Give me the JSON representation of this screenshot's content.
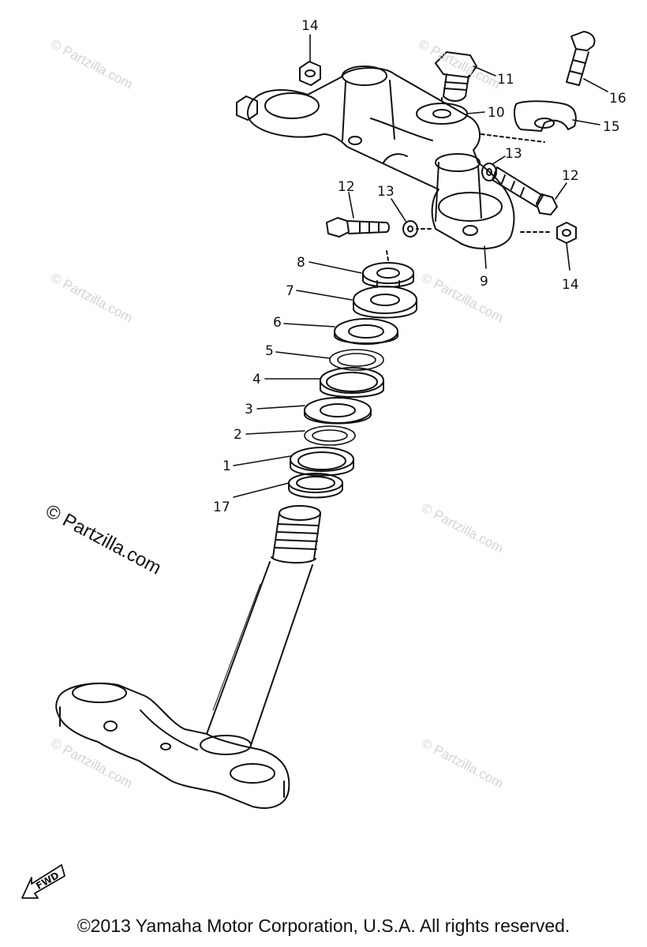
{
  "callouts": [
    {
      "id": "14a",
      "text": "14"
    },
    {
      "id": "11",
      "text": "11"
    },
    {
      "id": "16",
      "text": "16"
    },
    {
      "id": "10",
      "text": "10"
    },
    {
      "id": "15",
      "text": "15"
    },
    {
      "id": "13a",
      "text": "13"
    },
    {
      "id": "12a",
      "text": "12"
    },
    {
      "id": "12b",
      "text": "12"
    },
    {
      "id": "13b",
      "text": "13"
    },
    {
      "id": "14b",
      "text": "14"
    },
    {
      "id": "9",
      "text": "9"
    },
    {
      "id": "8",
      "text": "8"
    },
    {
      "id": "7",
      "text": "7"
    },
    {
      "id": "6",
      "text": "6"
    },
    {
      "id": "5",
      "text": "5"
    },
    {
      "id": "4",
      "text": "4"
    },
    {
      "id": "3",
      "text": "3"
    },
    {
      "id": "2",
      "text": "2"
    },
    {
      "id": "1",
      "text": "1"
    },
    {
      "id": "17",
      "text": "17"
    }
  ],
  "watermark_faint": "© Partzilla.com",
  "watermark_main": "© Partzilla.com",
  "fwd_label": "FWD",
  "copyright": "©2013 Yamaha Motor Corporation, U.S.A. All rights reserved.",
  "colors": {
    "line": "#111111",
    "watermark": "#d4d4d4",
    "background": "#ffffff"
  }
}
